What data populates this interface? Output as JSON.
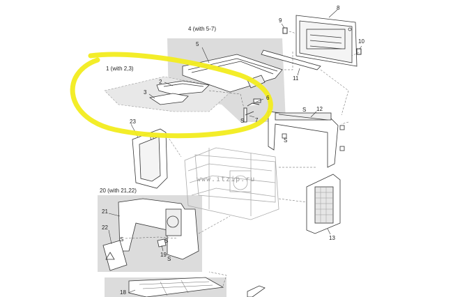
{
  "diagram": {
    "labels": [
      {
        "id": "callout-1",
        "text": "1 (with 2,3)"
      },
      {
        "id": "callout-2",
        "text": "2"
      },
      {
        "id": "callout-3",
        "text": "3"
      },
      {
        "id": "callout-4",
        "text": "4 (with 5-7)"
      },
      {
        "id": "callout-5-top",
        "text": "5"
      },
      {
        "id": "callout-6",
        "text": "6"
      },
      {
        "id": "callout-7",
        "text": "7"
      },
      {
        "id": "callout-s-7",
        "text": "S"
      },
      {
        "id": "callout-8",
        "text": "8"
      },
      {
        "id": "callout-9",
        "text": "9"
      },
      {
        "id": "callout-10",
        "text": "10"
      },
      {
        "id": "callout-11",
        "text": "11"
      },
      {
        "id": "callout-12",
        "text": "12"
      },
      {
        "id": "callout-s-12a",
        "text": "S"
      },
      {
        "id": "callout-s-12b",
        "text": "S"
      },
      {
        "id": "callout-13",
        "text": "13"
      },
      {
        "id": "callout-18",
        "text": "18"
      },
      {
        "id": "callout-19",
        "text": "19"
      },
      {
        "id": "callout-20",
        "text": "20 (with 21,22)"
      },
      {
        "id": "callout-21",
        "text": "21"
      },
      {
        "id": "callout-22",
        "text": "22"
      },
      {
        "id": "callout-23",
        "text": "23"
      },
      {
        "id": "callout-s-20a",
        "text": "S"
      },
      {
        "id": "callout-s-20b",
        "text": "S"
      },
      {
        "id": "callout-s-20c",
        "text": "S"
      }
    ],
    "watermark": "www.itzip.ru",
    "highlight_color": "#f2ec1e",
    "shade_color": "#dcdcdc",
    "line_color": "#333333"
  }
}
